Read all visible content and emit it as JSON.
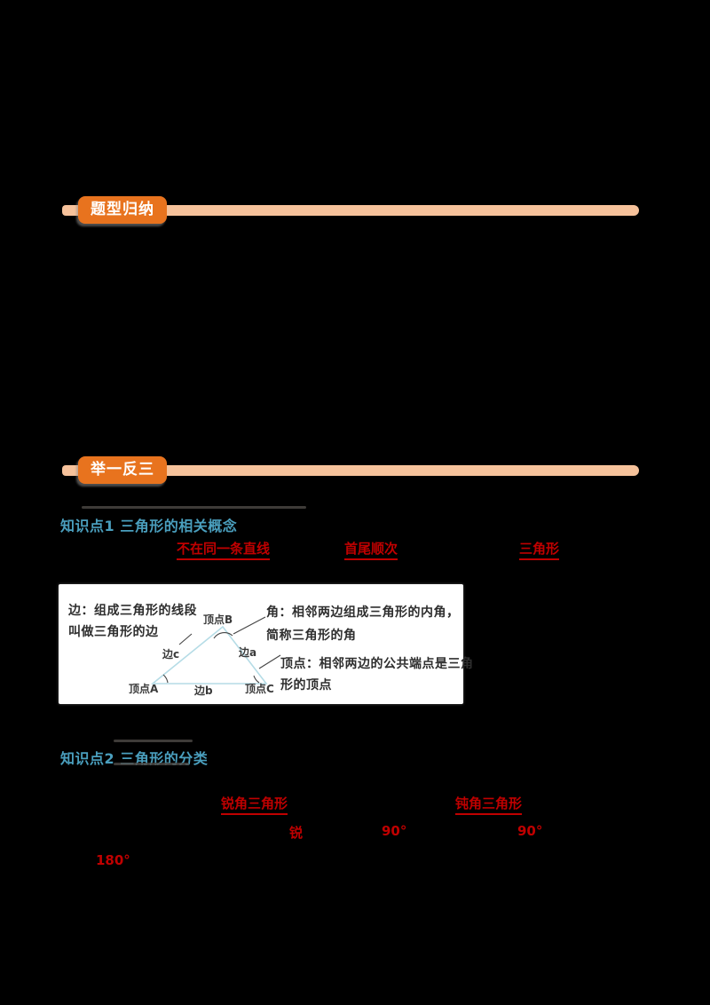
{
  "banners": [
    {
      "label": "题型归纳"
    },
    {
      "label": "举一反三"
    }
  ],
  "headings": [
    {
      "label": "知识点1 三角形的相关概念"
    },
    {
      "label": "知识点2 三角形的分类"
    }
  ],
  "definition_blanks": {
    "b1": "不在同一条直线",
    "b2": "首尾顺次",
    "b3": "三角形"
  },
  "concept_box": {
    "edge_line1": "边：组成三角形的线段",
    "edge_line2": "叫做三角形的边",
    "angle_line1": "角：相邻两边组成三角形的内角，",
    "angle_line2": "简称三角形的角",
    "vertex_line1": "顶点：相邻两边的公共端点是三角",
    "vertex_line2": "形的顶点",
    "diagram": {
      "vertex_a": "顶点A",
      "vertex_b": "顶点B",
      "vertex_c": "顶点C",
      "side_a": "边a",
      "side_b": "边b",
      "side_c": "边c"
    }
  },
  "classification_blanks": {
    "b1": "锐角三角形",
    "b2": "钝角三角形",
    "b3": "锐",
    "b4": "90°",
    "b5": "90°",
    "b6": "180°"
  },
  "colors": {
    "background": "#000000",
    "badge_orange": "#E8731E",
    "bar_orange": "#F6C29B",
    "heading_blue": "#4A9FBE",
    "answer_red": "#C00000",
    "box_bg": "#FFFFFF",
    "box_text": "#2E2E2E",
    "triangle_edge": "#B5DCE6"
  }
}
